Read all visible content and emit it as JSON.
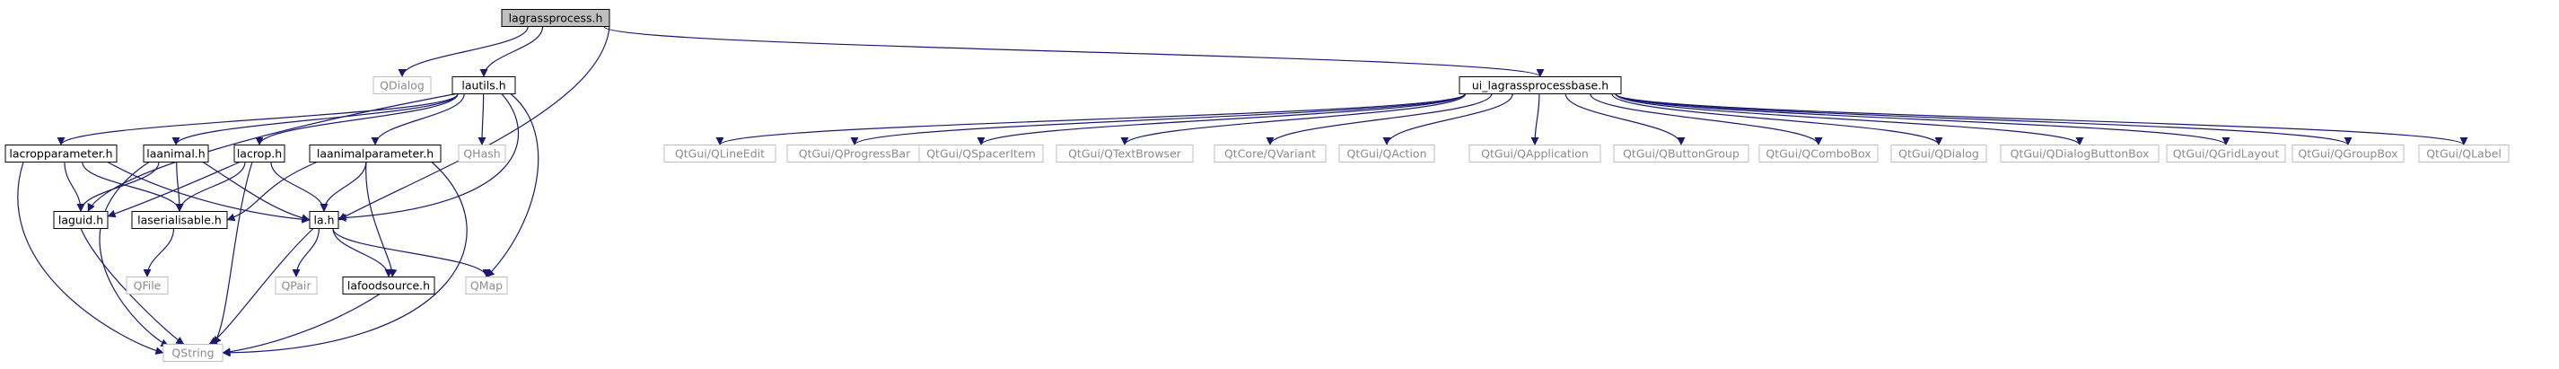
{
  "diagram": {
    "edge_color": "#191970",
    "root_fill": "#bfbfbf",
    "external_border": "#bfbfbf",
    "nodes": [
      {
        "id": "lagrassprocess",
        "label": "lagrassprocess.h",
        "style": "root"
      },
      {
        "id": "qdialog",
        "label": "QDialog",
        "style": "external"
      },
      {
        "id": "lautils",
        "label": "lautils.h",
        "style": "normal"
      },
      {
        "id": "ui_base",
        "label": "ui_lagrassprocessbase.h",
        "style": "normal"
      },
      {
        "id": "lacropparameter",
        "label": "lacropparameter.h",
        "style": "normal"
      },
      {
        "id": "laanimal",
        "label": "laanimal.h",
        "style": "normal"
      },
      {
        "id": "lacrop",
        "label": "lacrop.h",
        "style": "normal"
      },
      {
        "id": "laanimalparameter",
        "label": "laanimalparameter.h",
        "style": "normal"
      },
      {
        "id": "qhash",
        "label": "QHash",
        "style": "external"
      },
      {
        "id": "laguid",
        "label": "laguid.h",
        "style": "normal"
      },
      {
        "id": "laserialisable",
        "label": "laserialisable.h",
        "style": "normal"
      },
      {
        "id": "la",
        "label": "la.h",
        "style": "normal"
      },
      {
        "id": "qfile",
        "label": "QFile",
        "style": "external"
      },
      {
        "id": "qpair",
        "label": "QPair",
        "style": "external"
      },
      {
        "id": "lafoodsource",
        "label": "lafoodsource.h",
        "style": "normal"
      },
      {
        "id": "qmap",
        "label": "QMap",
        "style": "external"
      },
      {
        "id": "qstring",
        "label": "QString",
        "style": "external"
      },
      {
        "id": "q_lineedit",
        "label": "QtGui/QLineEdit",
        "style": "external"
      },
      {
        "id": "q_progressbar",
        "label": "QtGui/QProgressBar",
        "style": "external"
      },
      {
        "id": "q_spaceritem",
        "label": "QtGui/QSpacerItem",
        "style": "external"
      },
      {
        "id": "q_textbrowser",
        "label": "QtGui/QTextBrowser",
        "style": "external"
      },
      {
        "id": "q_variant",
        "label": "QtCore/QVariant",
        "style": "external"
      },
      {
        "id": "q_action",
        "label": "QtGui/QAction",
        "style": "external"
      },
      {
        "id": "q_application",
        "label": "QtGui/QApplication",
        "style": "external"
      },
      {
        "id": "q_buttongroup",
        "label": "QtGui/QButtonGroup",
        "style": "external"
      },
      {
        "id": "q_combobox",
        "label": "QtGui/QComboBox",
        "style": "external"
      },
      {
        "id": "q_dialog",
        "label": "QtGui/QDialog",
        "style": "external"
      },
      {
        "id": "q_dialogbuttonbox",
        "label": "QtGui/QDialogButtonBox",
        "style": "external"
      },
      {
        "id": "q_gridlayout",
        "label": "QtGui/QGridLayout",
        "style": "external"
      },
      {
        "id": "q_groupbox",
        "label": "QtGui/QGroupBox",
        "style": "external"
      },
      {
        "id": "q_label",
        "label": "QtGui/QLabel",
        "style": "external"
      }
    ],
    "edges": [
      [
        "lagrassprocess",
        "qdialog"
      ],
      [
        "lagrassprocess",
        "lautils"
      ],
      [
        "lagrassprocess",
        "ui_base"
      ],
      [
        "lagrassprocess",
        "la"
      ],
      [
        "lautils",
        "lacropparameter"
      ],
      [
        "lautils",
        "laanimal"
      ],
      [
        "lautils",
        "lacrop"
      ],
      [
        "lautils",
        "laanimalparameter"
      ],
      [
        "lautils",
        "qhash"
      ],
      [
        "lautils",
        "laguid"
      ],
      [
        "lautils",
        "la"
      ],
      [
        "lautils",
        "qmap"
      ],
      [
        "lacropparameter",
        "laguid"
      ],
      [
        "lacropparameter",
        "laserialisable"
      ],
      [
        "lacropparameter",
        "la"
      ],
      [
        "lacropparameter",
        "qstring"
      ],
      [
        "laanimal",
        "laguid"
      ],
      [
        "laanimal",
        "laserialisable"
      ],
      [
        "laanimal",
        "la"
      ],
      [
        "laanimal",
        "qstring"
      ],
      [
        "lacrop",
        "laguid"
      ],
      [
        "lacrop",
        "laserialisable"
      ],
      [
        "lacrop",
        "la"
      ],
      [
        "lacrop",
        "qstring"
      ],
      [
        "laanimalparameter",
        "laserialisable"
      ],
      [
        "laanimalparameter",
        "la"
      ],
      [
        "laanimalparameter",
        "lafoodsource"
      ],
      [
        "laanimalparameter",
        "qstring"
      ],
      [
        "laguid",
        "qstring"
      ],
      [
        "laserialisable",
        "qfile"
      ],
      [
        "la",
        "qpair"
      ],
      [
        "la",
        "lafoodsource"
      ],
      [
        "la",
        "qmap"
      ],
      [
        "la",
        "qstring"
      ],
      [
        "lafoodsource",
        "qstring"
      ],
      [
        "ui_base",
        "q_lineedit"
      ],
      [
        "ui_base",
        "q_progressbar"
      ],
      [
        "ui_base",
        "q_spaceritem"
      ],
      [
        "ui_base",
        "q_textbrowser"
      ],
      [
        "ui_base",
        "q_variant"
      ],
      [
        "ui_base",
        "q_action"
      ],
      [
        "ui_base",
        "q_application"
      ],
      [
        "ui_base",
        "q_buttongroup"
      ],
      [
        "ui_base",
        "q_combobox"
      ],
      [
        "ui_base",
        "q_dialog"
      ],
      [
        "ui_base",
        "q_dialogbuttonbox"
      ],
      [
        "ui_base",
        "q_gridlayout"
      ],
      [
        "ui_base",
        "q_groupbox"
      ],
      [
        "ui_base",
        "q_label"
      ]
    ]
  }
}
